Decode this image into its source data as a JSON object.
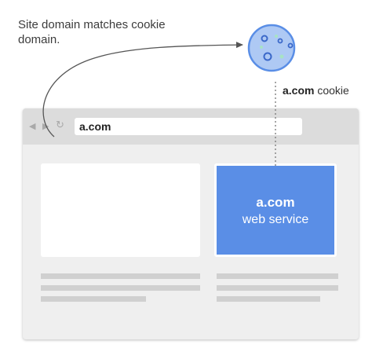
{
  "caption": "Site domain matches cookie domain.",
  "cookie_label": {
    "domain": "a.com",
    "suffix": "cookie"
  },
  "browser": {
    "nav_icons": [
      "back-icon",
      "forward-icon",
      "reload-icon"
    ],
    "address": "a.com"
  },
  "service": {
    "domain": "a.com",
    "label": "web service"
  },
  "colors": {
    "service_fill": "#5a8ee6",
    "cookie_fill": "#aec9f4",
    "cookie_stroke": "#5a8ee6",
    "cookie_dots_green": "#a7e3c4"
  }
}
